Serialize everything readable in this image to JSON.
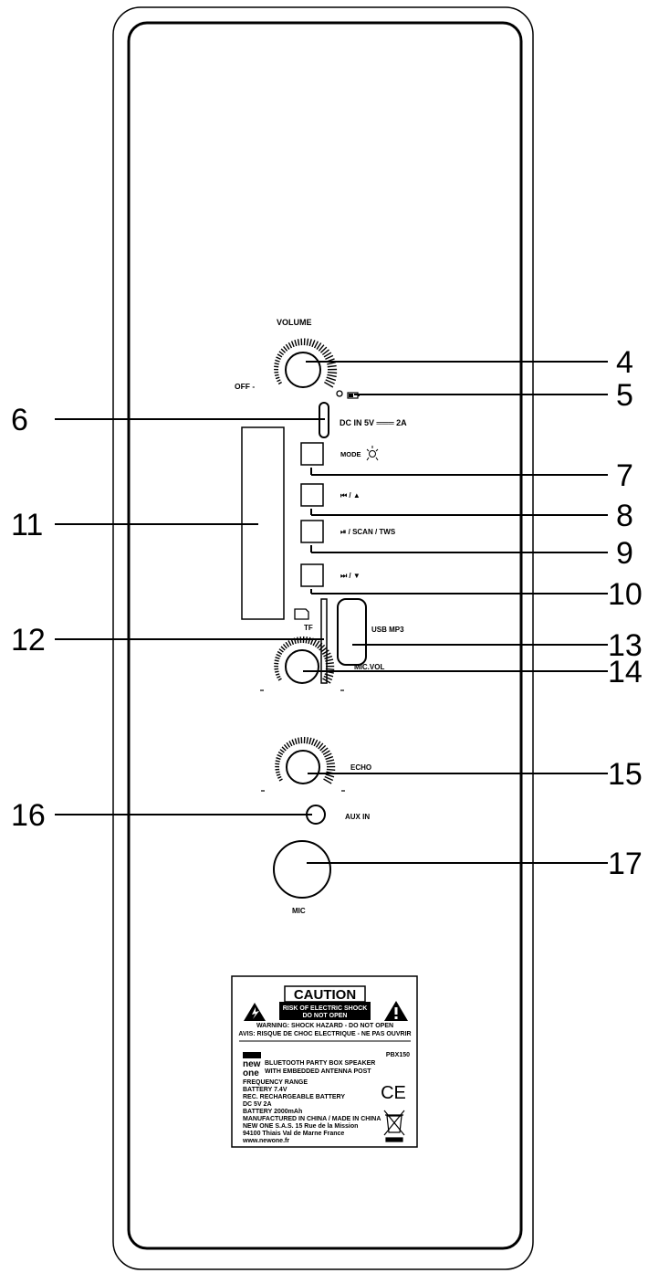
{
  "panel": {
    "volume_label": "VOLUME",
    "off_label": "OFF -",
    "dc_in_label": "DC IN  5V ═══ 2A",
    "mode_label": "MODE",
    "prev_label": "⏮ / ▲",
    "play_label": "⏯ / SCAN / TWS",
    "next_label": "⏭ / ▼",
    "tf_label": "TF",
    "usb_label": "USB MP3",
    "micvol_label": "MIC.VOL",
    "echo_label": "ECHO",
    "aux_label": "AUX IN",
    "mic_label": "MIC"
  },
  "callouts": [
    "4",
    "5",
    "6",
    "7",
    "8",
    "9",
    "10",
    "11",
    "12",
    "13",
    "14",
    "15",
    "16",
    "17"
  ],
  "caution": {
    "title": "CAUTION",
    "sub1": "RISK OF ELECTRIC SHOCK",
    "sub2": "DO NOT OPEN",
    "warn1": "WARNING: SHOCK HAZARD - DO NOT OPEN",
    "warn2": "AVIS: RISQUE DE CHOC ELECTRIQUE - NE PAS OUVRIR",
    "model": "PBX150",
    "brand_top": "new",
    "brand_bottom": "one",
    "product1": "BLUETOOTH PARTY BOX SPEAKER",
    "product2": "WITH EMBEDDED ANTENNA POST",
    "spec1": "FREQUENCY RANGE",
    "spec2": "BATTERY 7.4V",
    "spec3": "REC. RECHARGEABLE BATTERY",
    "spec4": "DC 5V 2A",
    "spec5": "BATTERY 2000mAh",
    "spec6": "MANUFACTURED IN CHINA / MADE IN CHINA",
    "spec7": "NEW ONE S.A.S. 15 Rue de la Mission",
    "spec8": "94100 Thiais Val de Marne France",
    "spec9": "www.newone.fr",
    "ce_mark": "CE"
  }
}
